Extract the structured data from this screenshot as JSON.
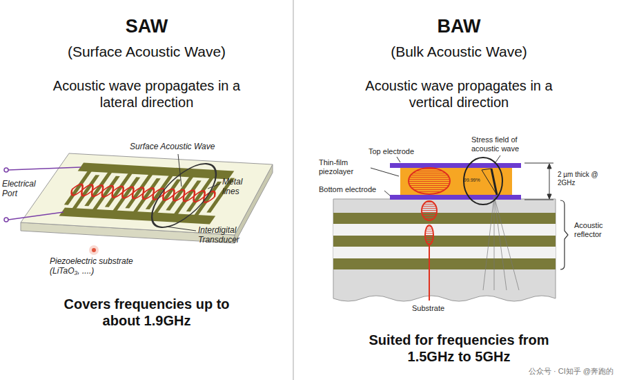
{
  "diagram": {
    "nodes": [
      {
        "text": [
          "SAW",
          "(Surface Acoustic Wave)",
          "Acoustic wave propagates in a lateral direction",
          "Covers frequencies up to about 1.9GHz"
        ]
      },
      {
        "text": [
          "BAW",
          "(Bulk Acoustic Wave)",
          "Acoustic wave propagates in a vertical direction",
          "Suited for frequencies from 1.5GHz to 5GHz"
        ]
      }
    ],
    "labels": [
      "Surface Acoustic Wave",
      "Metal lines",
      "Electrical Port",
      "Interdigital Transducer",
      "Piezoelectric substrate (LiTaO₃, ....)",
      "Top electrode",
      "Stress field of acoustic wave",
      "Thin-film piezolayer",
      "Bottom electrode",
      "99.99%",
      "2 µm thick @ 2GHz",
      "Acoustic reflector",
      "Substrate",
      "公众号 · CI知乎 @奔跑的"
    ]
  }
}
